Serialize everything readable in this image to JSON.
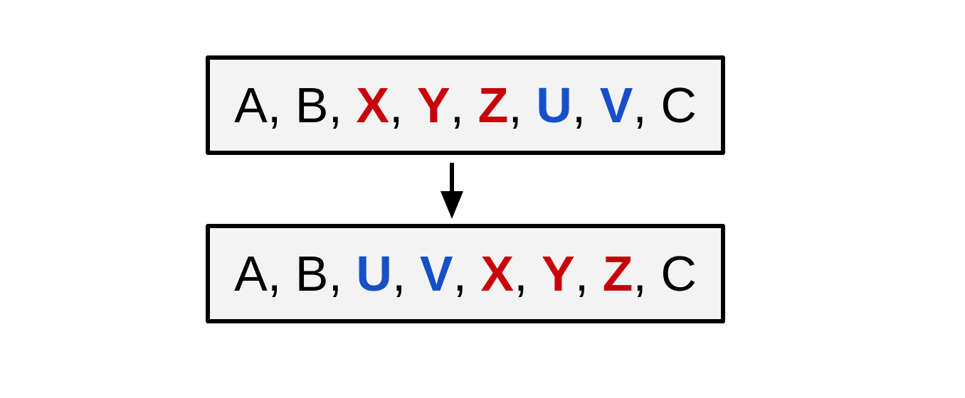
{
  "colors": {
    "red": "#c8000a",
    "blue": "#1650c8",
    "plain": "#000000"
  },
  "sequences": {
    "before": [
      {
        "text": "A",
        "color": "plain"
      },
      {
        "text": "B",
        "color": "plain"
      },
      {
        "text": "X",
        "color": "red"
      },
      {
        "text": "Y",
        "color": "red"
      },
      {
        "text": "Z",
        "color": "red"
      },
      {
        "text": "U",
        "color": "blue"
      },
      {
        "text": "V",
        "color": "blue"
      },
      {
        "text": "C",
        "color": "plain"
      }
    ],
    "after": [
      {
        "text": "A",
        "color": "plain"
      },
      {
        "text": "B",
        "color": "plain"
      },
      {
        "text": "U",
        "color": "blue"
      },
      {
        "text": "V",
        "color": "blue"
      },
      {
        "text": "X",
        "color": "red"
      },
      {
        "text": "Y",
        "color": "red"
      },
      {
        "text": "Z",
        "color": "red"
      },
      {
        "text": "C",
        "color": "plain"
      }
    ],
    "separator": ", "
  }
}
